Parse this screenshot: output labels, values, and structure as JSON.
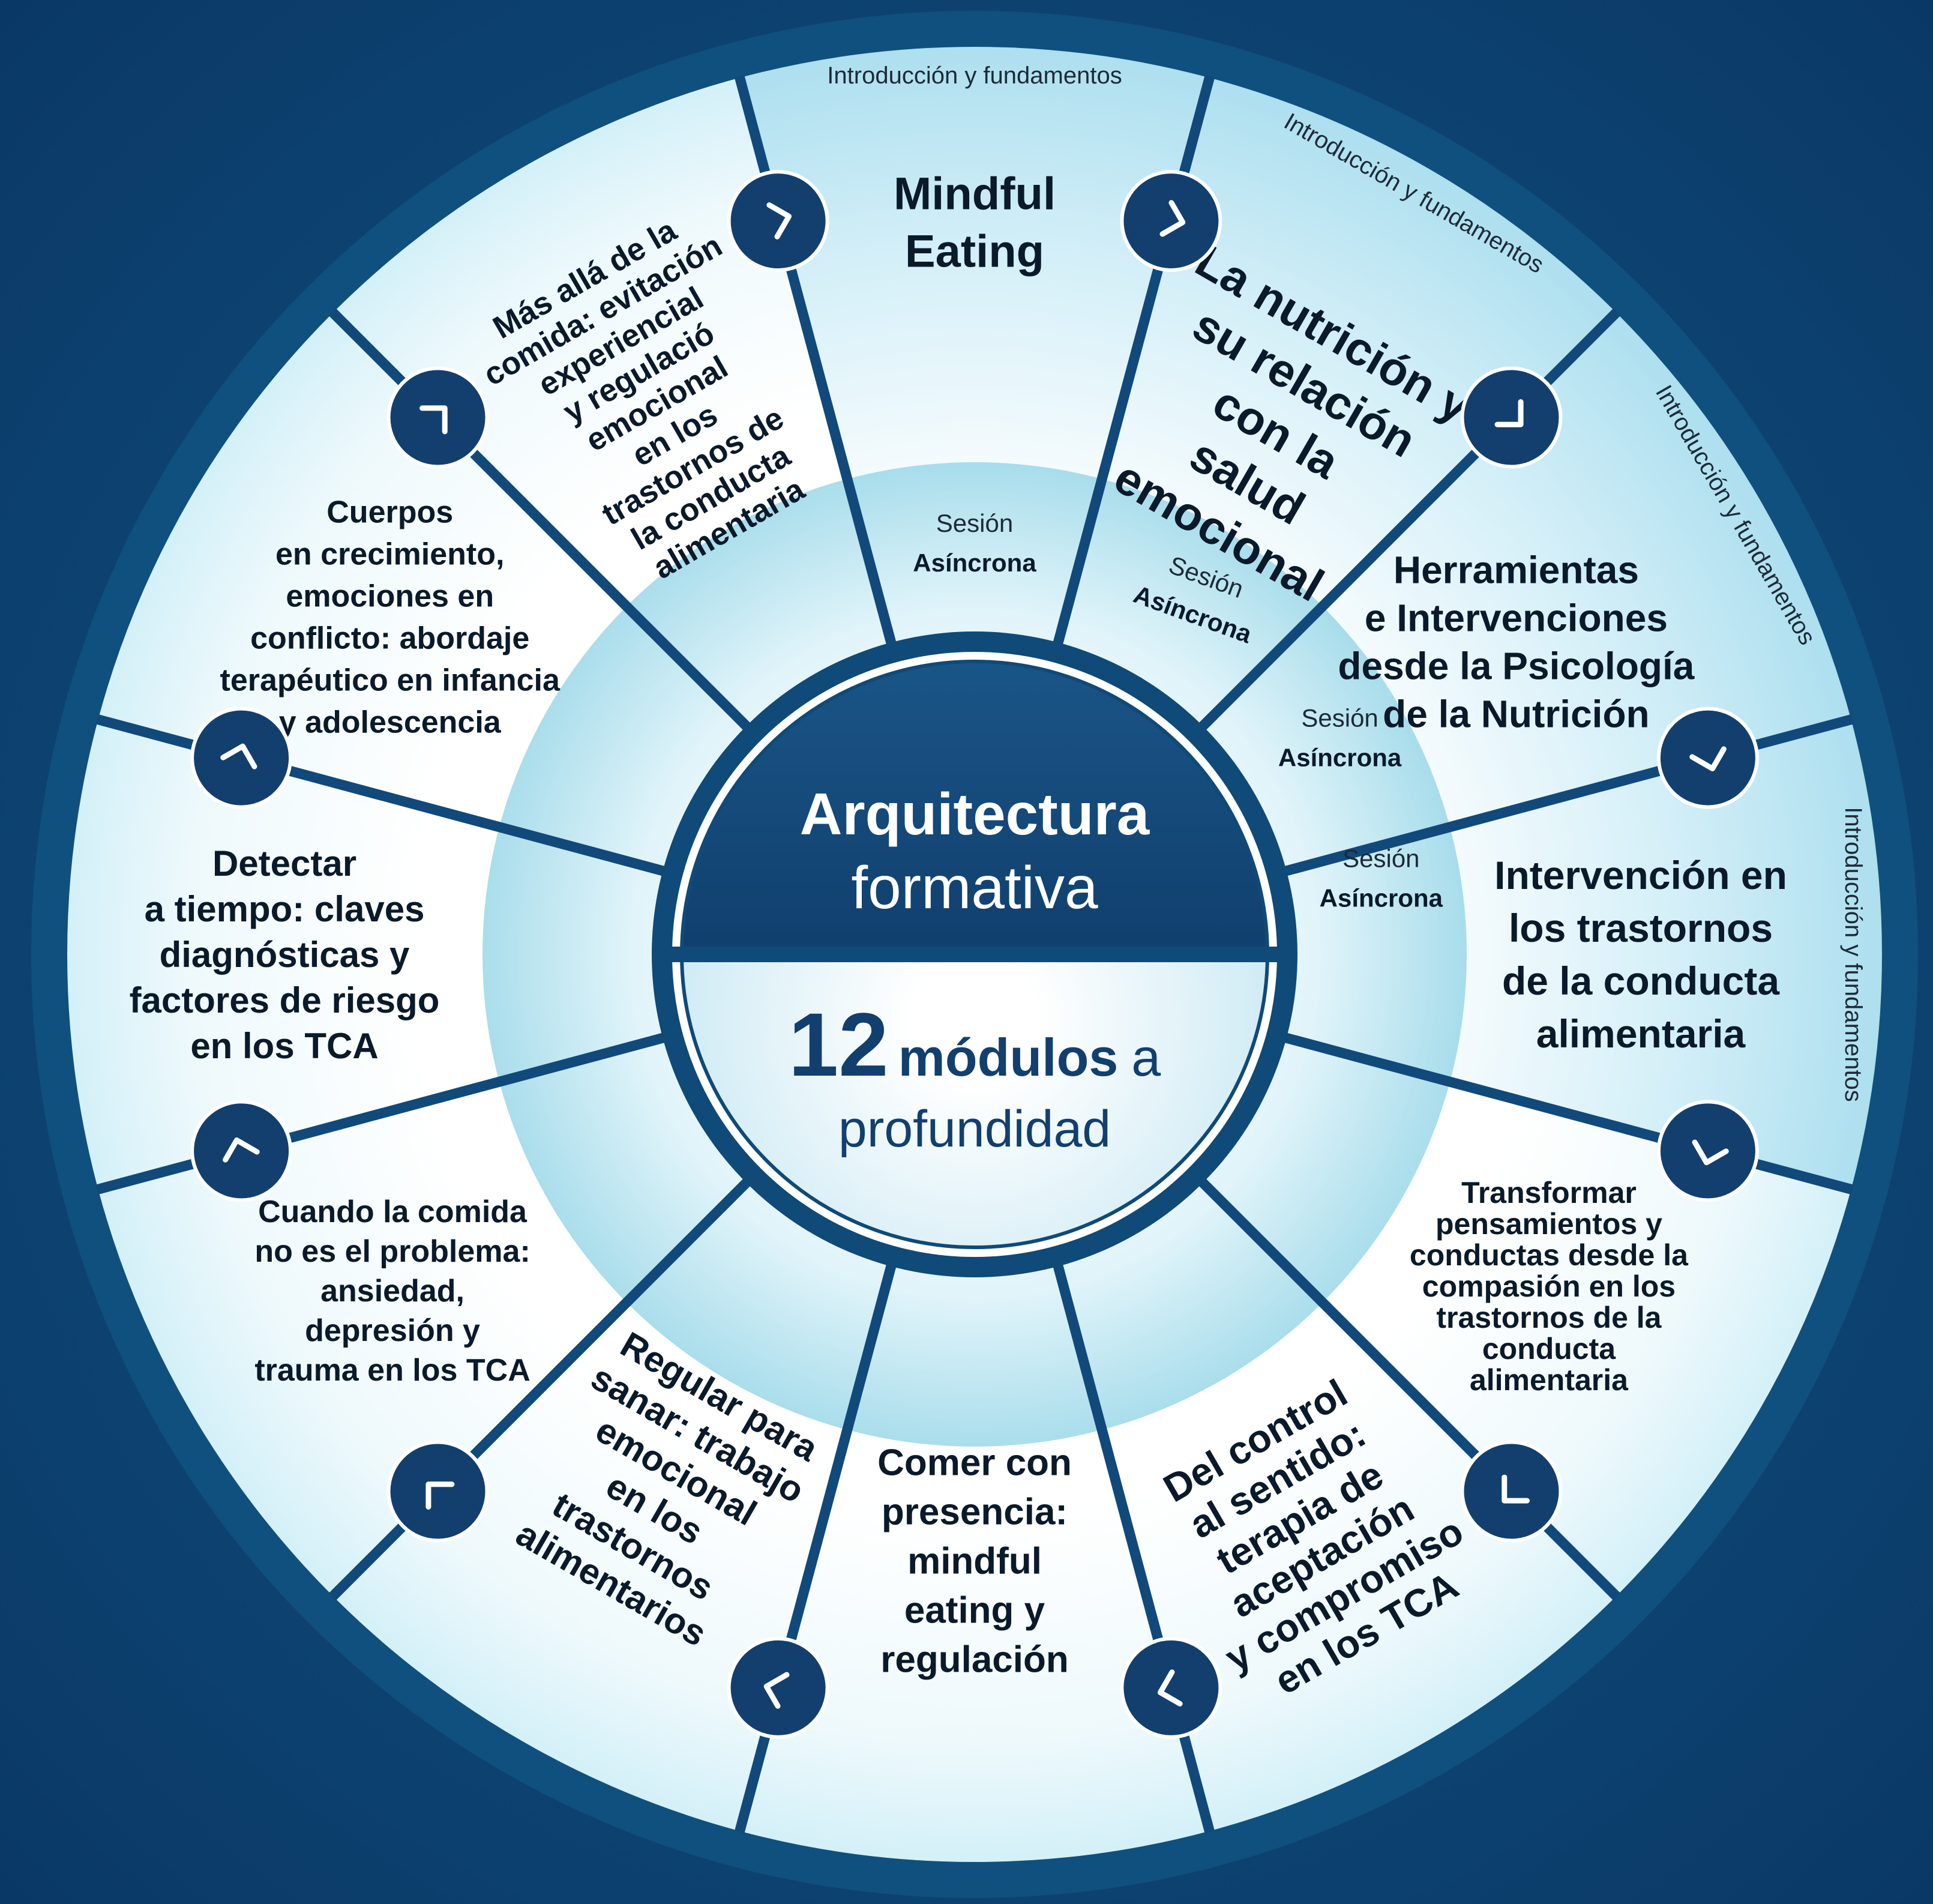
{
  "center": {
    "title_line1": "Arquitectura",
    "title_line2": "formativa",
    "number": "12",
    "modules_word": "módulos",
    "a_word": "a",
    "depth_word": "profundidad"
  },
  "colors": {
    "background": "#0f4a78",
    "ring_dark": "#0f4a78",
    "navy": "#123f6e",
    "segment_light": "#ffffff",
    "segment_highlight": "#bfe6f3",
    "inner_ring": "#9fd8e8",
    "text_dark": "#0a1a2a",
    "center_text_blue": "#123f6e"
  },
  "modules": [
    {
      "title": [
        "Mindful",
        "Eating"
      ],
      "band_label": "Introducción y fundamentos",
      "session": [
        "Sesión",
        "Asíncrona"
      ],
      "icon": "chevron-icon"
    },
    {
      "title": [
        "La nutrición y",
        "su relación",
        "con la",
        "salud",
        "emocional"
      ],
      "band_label": "Introducción y fundamentos",
      "session": [
        "Sesión",
        "Asíncrona"
      ],
      "icon": "chevron-icon"
    },
    {
      "title": [
        "Herramientas",
        "e Intervenciones",
        "desde la Psicología",
        "de la Nutrición"
      ],
      "band_label": "Introducción y fundamentos",
      "session": [
        "Sesión",
        "Asíncrona"
      ],
      "icon": "chevron-icon"
    },
    {
      "title": [
        "Intervención en",
        "los trastornos",
        "de la conducta",
        "alimentaria"
      ],
      "band_label": "Introducción y fundamentos",
      "session": [
        "Sesión",
        "Asíncrona"
      ],
      "icon": "chevron-icon"
    },
    {
      "title": [
        "Transformar",
        "pensamientos y",
        "conductas desde la",
        "compasión en los",
        "trastornos de la",
        "conducta",
        "alimentaria"
      ],
      "icon": "chevron-icon"
    },
    {
      "title": [
        "Del control",
        "al sentido:",
        "terapia de",
        "aceptación",
        "y compromiso",
        "en los TCA"
      ],
      "icon": "chevron-icon"
    },
    {
      "title": [
        "Comer con",
        "presencia:",
        "mindful",
        "eating y",
        "regulación"
      ],
      "icon": "chevron-icon"
    },
    {
      "title": [
        "Regular para",
        "sanar: trabajo",
        "emocional",
        "en los",
        "trastornos",
        "alimentarios"
      ],
      "icon": "chevron-icon"
    },
    {
      "title": [
        "Cuando la comida",
        "no es el problema:",
        "ansiedad,",
        "depresión y",
        "trauma en los TCA"
      ],
      "icon": "chevron-icon"
    },
    {
      "title": [
        "Detectar",
        "a tiempo: claves",
        "diagnósticas y",
        "factores de riesgo",
        "en los TCA"
      ],
      "icon": "chevron-icon"
    },
    {
      "title": [
        "Cuerpos",
        "en crecimiento,",
        "emociones en",
        "conflicto: abordaje",
        "terapéutico en infancia",
        "y adolescencia"
      ],
      "icon": "chevron-icon"
    },
    {
      "title": [
        "Más allá de la",
        "comida: evitación",
        "experiencial",
        "y regulació",
        "emocional",
        "en los",
        "trastornos de",
        "la conducta",
        "alimentaria"
      ],
      "icon": "chevron-icon"
    }
  ]
}
